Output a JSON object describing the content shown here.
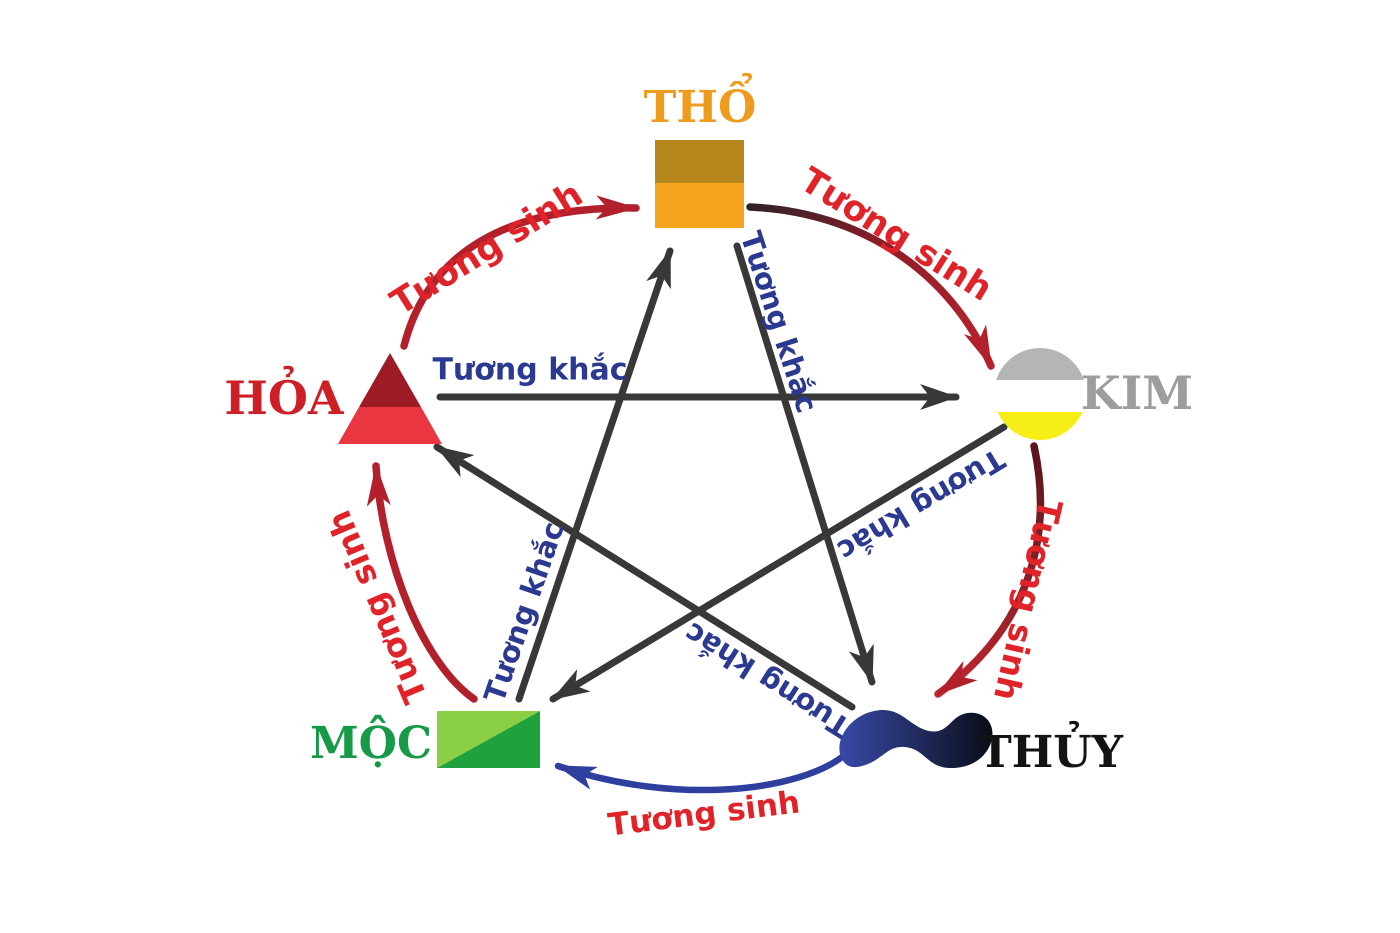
{
  "diagram_type": "five-elements-cycle (Ngũ hành)",
  "background": "#ffffff",
  "elements": {
    "tho": {
      "name": "THỔ",
      "shape": "square",
      "label_color": "#ef9c1e",
      "colors": {
        "top": "#b5861c",
        "bottom": "#f7a51f"
      }
    },
    "kim": {
      "name": "KIM",
      "shape": "circle",
      "label_color": "#9d9d9d",
      "colors": {
        "top": "#b5b5b5",
        "middle": "#ffffff",
        "bottom": "#f6ee16"
      }
    },
    "thuy": {
      "name": "THỦY",
      "shape": "wave",
      "label_color": "#131313",
      "colors": {
        "left": "#3b4db1",
        "right": "#090c15"
      }
    },
    "moc": {
      "name": "MỘC",
      "shape": "rectangle",
      "label_color": "#169a47",
      "colors": {
        "top_left": "#8bcf45",
        "bottom_right": "#1fa23e"
      }
    },
    "hoa": {
      "name": "HỎA",
      "shape": "triangle",
      "label_color": "#cc2026",
      "colors": {
        "top": "#9c1b24",
        "bottom": "#e93641"
      }
    }
  },
  "relations": {
    "generating": {
      "label": "Tương sinh",
      "label_color": "#e02329",
      "arrow_color": "#b2202b",
      "alt_arrow_color": "#2e3f9e",
      "cycle": [
        "HỎA→THỔ",
        "THỔ→KIM",
        "KIM→THỦY",
        "THỦY→MỘC",
        "MỘC→HỎA"
      ]
    },
    "overcoming": {
      "label": "Tương khắc",
      "label_color": "#2b3990",
      "arrow_color": "#383838",
      "cycle": [
        "HỎA→KIM",
        "THỔ→THỦY",
        "KIM→MỘC",
        "THỦY→HỎA",
        "MỘC→THỔ"
      ]
    }
  }
}
